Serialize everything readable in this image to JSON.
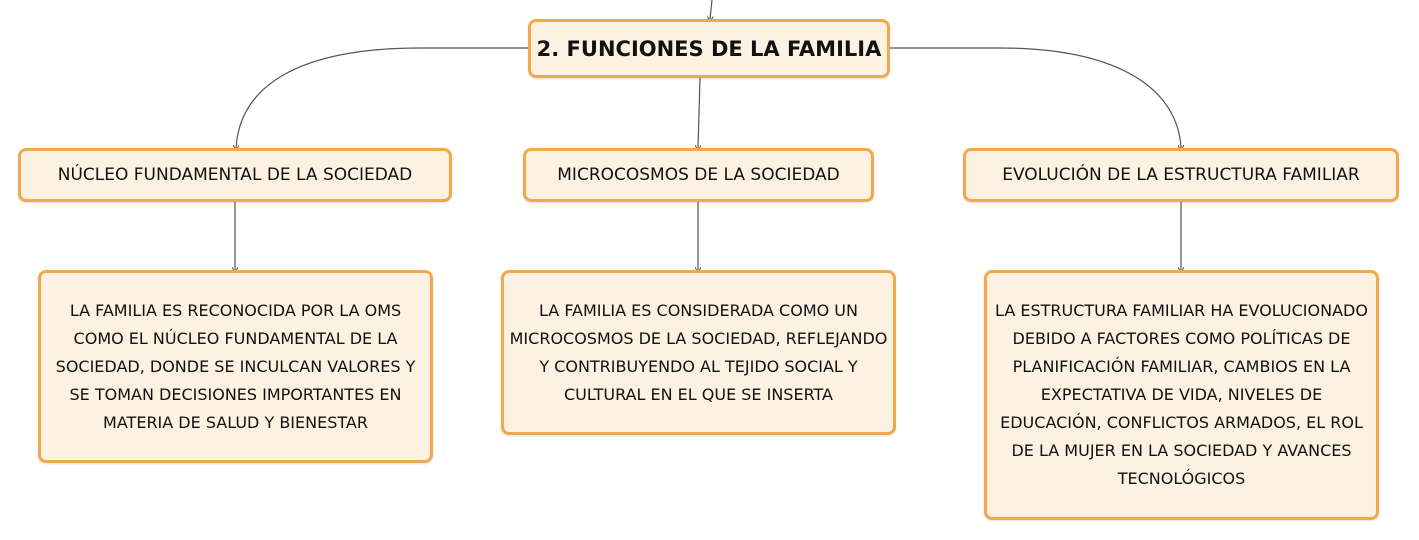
{
  "root": {
    "label": "2. FUNCIONES DE LA FAMILIA"
  },
  "topics": [
    {
      "label": "NÚCLEO FUNDAMENTAL DE LA SOCIEDAD",
      "detail": "LA FAMILIA ES RECONOCIDA POR LA OMS COMO EL NÚCLEO FUNDAMENTAL DE LA SOCIEDAD, DONDE SE INCULCAN VALORES Y SE TOMAN DECISIONES IMPORTANTES EN MATERIA DE SALUD Y BIENESTAR"
    },
    {
      "label": "MICROCOSMOS DE LA SOCIEDAD",
      "detail": "LA FAMILIA ES CONSIDERADA COMO UN MICROCOSMOS DE LA SOCIEDAD, REFLEJANDO Y CONTRIBUYENDO AL TEJIDO SOCIAL Y CULTURAL EN EL QUE SE INSERTA"
    },
    {
      "label": "EVOLUCIÓN DE LA ESTRUCTURA FAMILIAR",
      "detail": "LA ESTRUCTURA FAMILIAR HA EVOLUCIONADO DEBIDO A FACTORES COMO POLÍTICAS DE PLANIFICACIÓN FAMILIAR, CAMBIOS EN LA EXPECTATIVA DE VIDA, NIVELES DE EDUCACIÓN, CONFLICTOS ARMADOS, EL ROL DE LA MUJER EN LA SOCIEDAD Y AVANCES TECNOLÓGICOS"
    }
  ],
  "colors": {
    "node_fill": "#fdf1e1",
    "node_border": "#f2a94e",
    "connector": "#555555"
  }
}
